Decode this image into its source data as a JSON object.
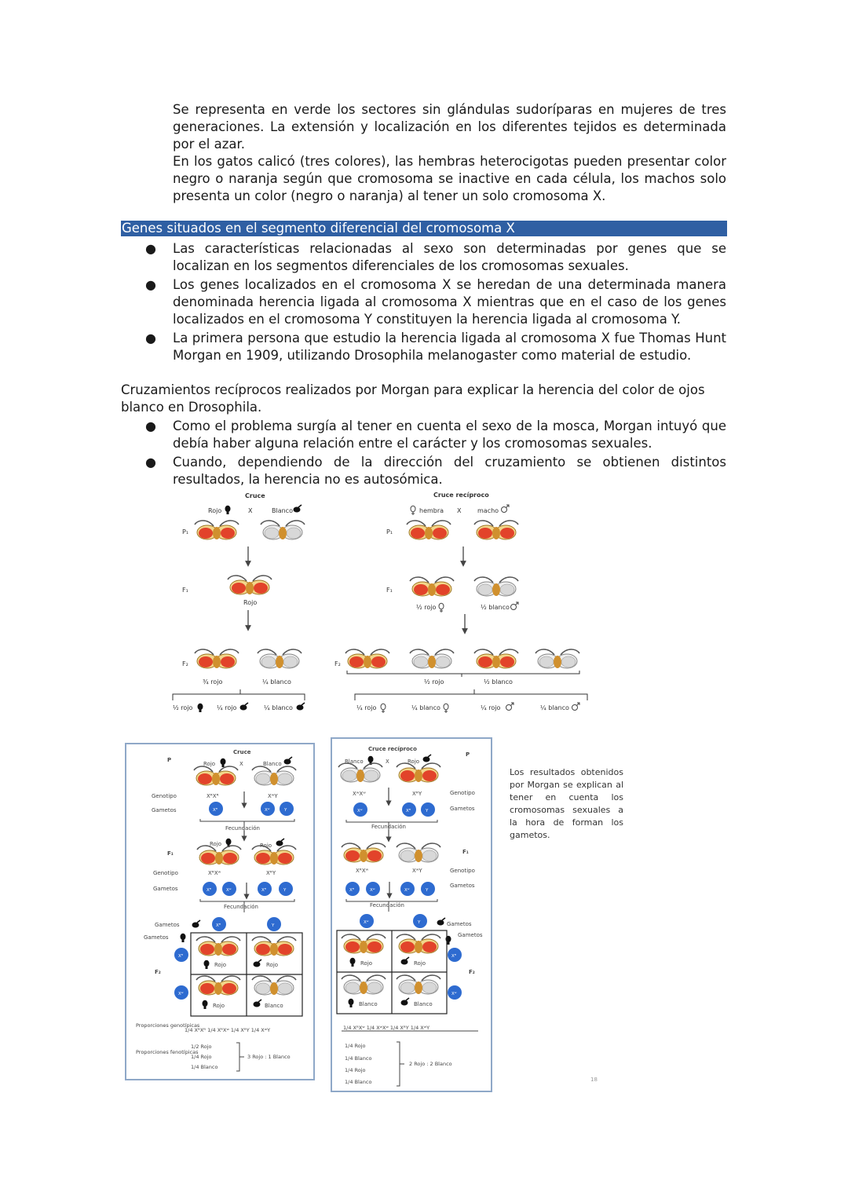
{
  "intro_paragraph_1": "Se representa en verde los sectores sin glándulas sudoríparas en mujeres de tres generaciones. La extensión y localización en los diferentes tejidos es determinada por el azar.",
  "intro_paragraph_2": "En los gatos calicó (tres colores), las hembras heterocigotas pueden presentar color negro o naranja según que cromosoma se inactive en cada célula, los machos solo presenta un color (negro o naranja) al tener un solo cromosoma X.",
  "section_heading": "Genes situados en el segmento diferencial del cromosoma X",
  "bullets_1": [
    "Las características relacionadas al sexo son determinadas por genes que se localizan en los segmentos diferenciales de los cromosomas sexuales.",
    "Los genes localizados en el cromosoma X se heredan de una determinada manera denominada herencia ligada al cromosoma X mientras que en el caso de los genes localizados en el cromosoma Y constituyen la herencia ligada al cromosoma Y.",
    "La primera persona que estudio la herencia ligada al cromosoma X fue Thomas Hunt Morgan en 1909, utilizando Drosophila melanogaster como material de estudio."
  ],
  "crosses_intro": "Cruzamientos recíprocos realizados por Morgan para explicar la herencia del color de ojos blanco en Drosophila.",
  "bullets_2": [
    "Como el problema surgía al tener en cuenta el sexo de la mosca, Morgan intuyó que debía haber alguna relación entre el carácter y los cromosomas sexuales.",
    "Cuando, dependiendo de la dirección del cruzamiento se obtienen distintos resultados, la herencia no es autosómica."
  ],
  "figure1": {
    "left_title": "Cruce",
    "left_parent_a": "Rojo",
    "cross_symbol": "X",
    "left_parent_b": "Blanco",
    "gen_p1": "P₁",
    "gen_f1": "F₁",
    "gen_f2": "F₂",
    "left_f1_label": "Rojo",
    "left_f2_a": "¾ rojo",
    "left_f2_b": "¼ blanco",
    "left_split": [
      "½ rojo",
      "¼ rojo",
      "¼ blanco"
    ],
    "right_title": "Cruce recíproco",
    "right_parent_a": "hembra",
    "right_parent_b": "macho",
    "right_f1_a": "½ rojo",
    "right_f1_b": "½ blanco",
    "right_f2_a": "½ rojo",
    "right_f2_b": "½ blanco",
    "right_split": [
      "¼ rojo",
      "¼ blanco",
      "¼ rojo",
      "¼ blanco"
    ]
  },
  "figure2": {
    "left": {
      "title": "Cruce",
      "p_label": "P",
      "parent_a": "Rojo",
      "cross": "X",
      "parent_b": "Blanco",
      "genotipo_label": "Genotipo",
      "gametos_label": "Gametos",
      "geno_a": "XᴿXᴿ",
      "geno_b": "XʷY",
      "gam_a": "Xᴿ",
      "gam_b1": "Xʷ",
      "gam_b2": "Y",
      "fecundacion": "Fecundación",
      "f1_label": "F₁",
      "f1_a": "Rojo",
      "f1_b": "Rojo",
      "f1_geno_a": "XᴿXʷ",
      "f1_geno_b": "XᴿY",
      "f1_gam": [
        "Xᴿ",
        "Xʷ",
        "Xᴿ",
        "Y"
      ],
      "f2_label": "F₂",
      "grid_top_gam": [
        "Xᴿ",
        "Y"
      ],
      "grid_left_gam": [
        "Xᴿ",
        "Xʷ"
      ],
      "grid_cells": [
        "Rojo",
        "Rojo",
        "Rojo",
        "Blanco"
      ],
      "prop_geno_label": "Proporciones genotípicas",
      "prop_geno": "1/4 XᴿXᴿ  1/4 XᴿXʷ  1/4 XᴿY  1/4 XʷY",
      "prop_feno_label": "Proporciones fenotípicas",
      "prop_feno": [
        "1/2  Rojo",
        "1/4  Rojo",
        "1/4  Blanco"
      ],
      "ratio": "3 Rojo : 1 Blanco"
    },
    "right": {
      "title": "Cruce recíproco",
      "p_label": "P",
      "parent_a": "Blanco",
      "cross": "X",
      "parent_b": "Rojo",
      "genotipo_label": "Genotipo",
      "gametos_label": "Gametos",
      "geno_a": "XʷXʷ",
      "geno_b": "XᴿY",
      "gam_a": "Xʷ",
      "gam_b1": "Xᴿ",
      "gam_b2": "Y",
      "fecundacion": "Fecundación",
      "f1_label": "F₁",
      "f1_geno_a": "XᴿXʷ",
      "f1_geno_b": "XʷY",
      "f1_gam": [
        "Xᴿ",
        "Xʷ",
        "Xʷ",
        "Y"
      ],
      "f2_label": "F₂",
      "grid_top_gam": [
        "Xʷ",
        "Y"
      ],
      "grid_left_gam": [
        "Xᴿ",
        "Xʷ"
      ],
      "grid_cells": [
        "Rojo",
        "Rojo",
        "Blanco",
        "Blanco"
      ],
      "prop_geno": "1/4 XᴿXʷ  1/4 XʷXʷ  1/4 XᴿY  1/4 XʷY",
      "prop_feno": [
        "1/4  Rojo",
        "1/4  Blanco",
        "1/4  Rojo",
        "1/4  Blanco"
      ],
      "ratio": "2 Rojo : 2 Blanco"
    }
  },
  "side_note": "Los resultados obtenidos por Morgan se explican al tener en cuenta los cromosomas sexuales a la hora de forman los gametos.",
  "page_number": "18"
}
